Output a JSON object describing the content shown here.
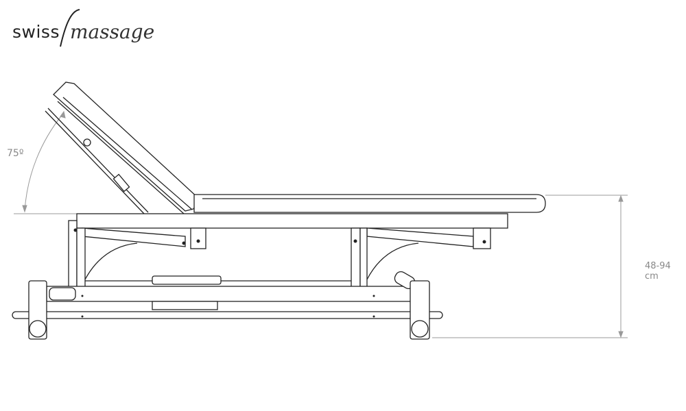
{
  "logo": {
    "part1": "swiss",
    "part2": "massage"
  },
  "dimensions": {
    "backrest_angle": "75º",
    "height_range": "48-94 cm"
  },
  "colors": {
    "line": "#222222",
    "dimension": "#999999"
  }
}
